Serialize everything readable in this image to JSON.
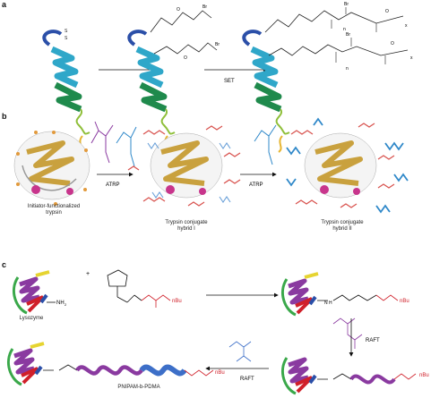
{
  "panels": {
    "a": {
      "letter": "a",
      "reaction_label": "SET",
      "struct_br": "Br",
      "struct_o": "O",
      "struct_s": "S",
      "struct_n": "n",
      "struct_x": "x"
    },
    "b": {
      "letter": "b",
      "species": [
        {
          "label_line1": "Initiator-functionalized",
          "label_line2": "trypsin"
        },
        {
          "label_line1": "Trypsin conjugate",
          "label_line2": "hybrid I"
        },
        {
          "label_line1": "Trypsin conjugate",
          "label_line2": "hybrid II"
        }
      ],
      "reaction_labels": [
        "ATRP",
        "ATRP"
      ]
    },
    "c": {
      "letter": "c",
      "protein_label": "Lysozyme",
      "amine": "NH",
      "amine_sub": "2",
      "plus": "+",
      "nbu": "nBu",
      "nh": "N\nH",
      "reaction_labels": [
        "RAFT",
        "RAFT"
      ],
      "product_label": "PNIPAM-b-PDMA"
    }
  },
  "colors": {
    "helix_blue": "#2b4fa8",
    "helix_cyan": "#2fa7c9",
    "helix_green": "#1f8a4c",
    "tail_green": "#8fbf3a",
    "tail_yellow": "#e6b531",
    "raft_red": "#d0202a",
    "pnipam_purple": "#8a3aa0",
    "pdma_blue": "#3d6fc8",
    "monomer_blue": "#2f88c9",
    "monomer_purple": "#8a3aa0",
    "trypsin_gold": "#c9a13e",
    "trypsin_pink": "#c8358c",
    "polymer_red": "#d9534f"
  }
}
